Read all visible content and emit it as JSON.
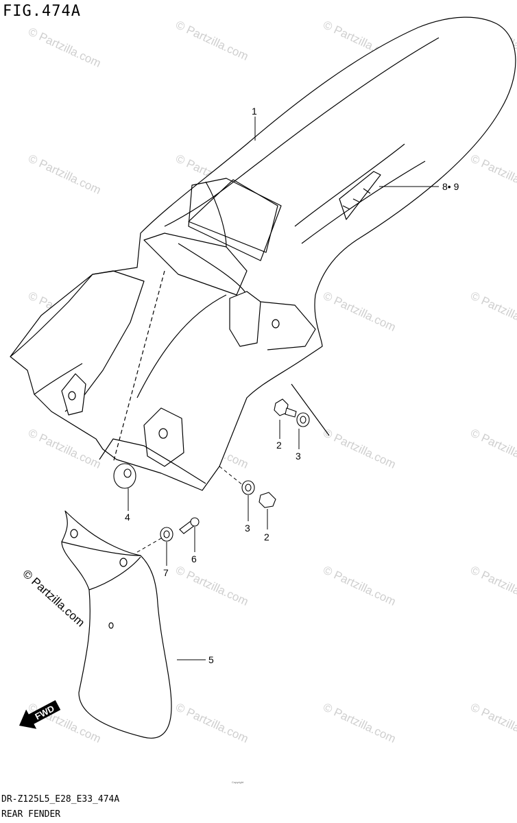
{
  "figure": {
    "title": "FIG.474A"
  },
  "footer": {
    "model_code": "DR-Z125L5_E28_E33_474A",
    "assembly_name": "REAR FENDER"
  },
  "callouts": [
    "1",
    "8• 9",
    "2",
    "3",
    "4",
    "3",
    "2",
    "6",
    "7",
    "5"
  ],
  "watermark": {
    "text": "© Partzilla.com",
    "large_text": "© Partzilla.com"
  },
  "badge": {
    "fwd_label": "FWD"
  },
  "copyright_line": "Copyright",
  "colors": {
    "line": "#000000",
    "watermark": "#cfcfcf",
    "background": "#ffffff"
  }
}
